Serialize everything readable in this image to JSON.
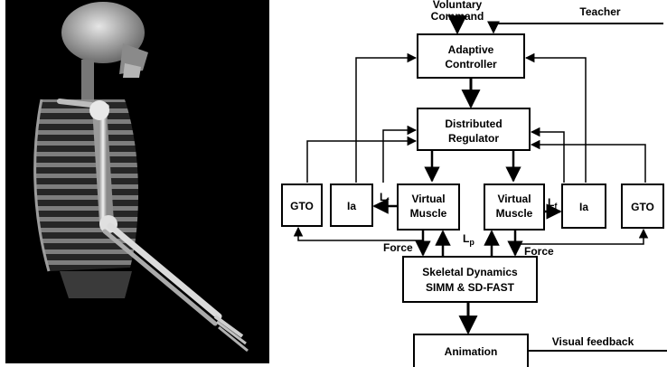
{
  "labels": {
    "voluntary_command_line1": "Voluntary",
    "voluntary_command_line2": "Command",
    "teacher": "Teacher",
    "adaptive_controller_line1": "Adaptive",
    "adaptive_controller_line2": "Controller",
    "distributed_regulator_line1": "Distributed",
    "distributed_regulator_line2": "Regulator",
    "gto_left": "GTO",
    "ia_left": "Ia",
    "lf_left": "L",
    "lf_left_sub": "f",
    "virtual_muscle_left_line1": "Virtual",
    "virtual_muscle_left_line2": "Muscle",
    "virtual_muscle_right_line1": "Virtual",
    "virtual_muscle_right_line2": "Muscle",
    "lf_right": "L",
    "lf_right_sub": "f",
    "ia_right": "Ia",
    "gto_right": "GTO",
    "force_left": "Force",
    "lp": "L",
    "lp_sub": "p",
    "force_right": "Force",
    "skeletal_dynamics_line1": "Skeletal Dynamics",
    "skeletal_dynamics_line2": "SIMM & SD-FAST",
    "animation": "Animation",
    "visual_feedback": "Visual feedback"
  },
  "icons": {
    "figure_image": "skeleton-arm-model-icon"
  }
}
